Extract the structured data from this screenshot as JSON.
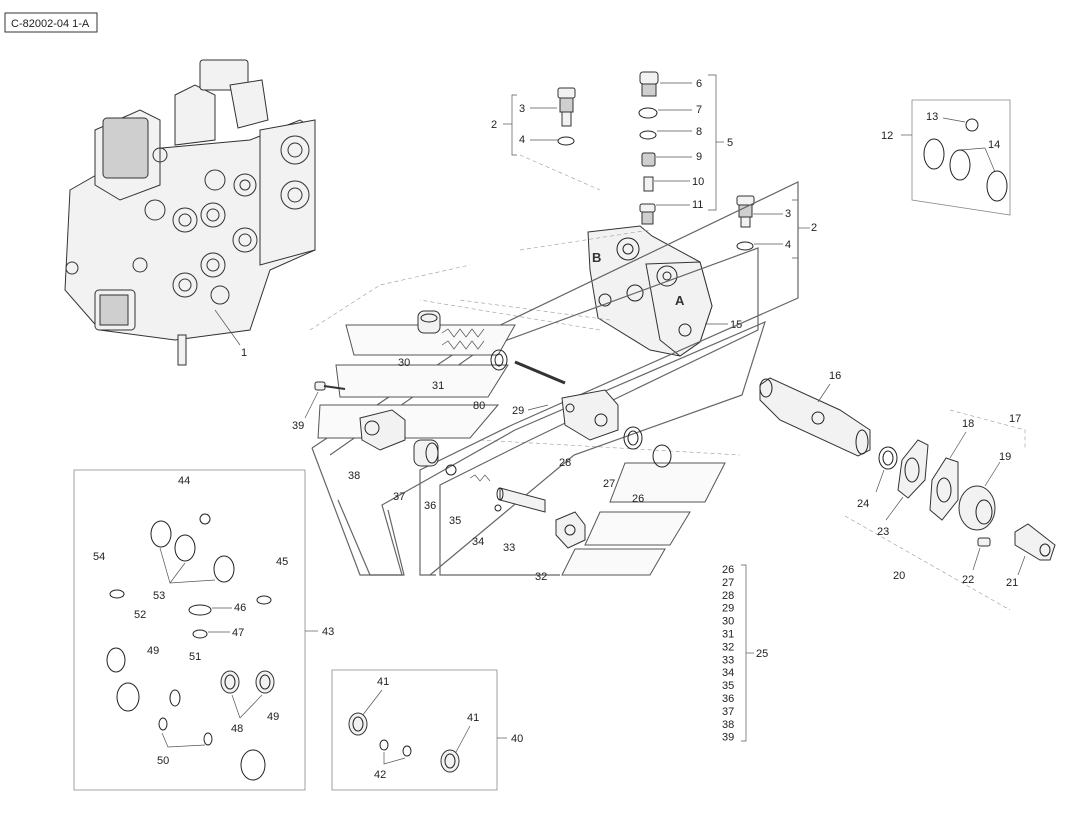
{
  "drawing_code": "C-82002-04 1-A",
  "callouts": {
    "c1": "1",
    "c2a": "2",
    "c3a": "3",
    "c4a": "4",
    "c5": "5",
    "c6": "6",
    "c7": "7",
    "c8": "8",
    "c9": "9",
    "c10": "10",
    "c11": "11",
    "c12": "12",
    "c13": "13",
    "c14": "14",
    "c3b": "3",
    "c4b": "4",
    "c2b": "2",
    "c15": "15",
    "c16": "16",
    "c17": "17",
    "c18": "18",
    "c19": "19",
    "c20": "20",
    "c21": "21",
    "c22": "22",
    "c23": "23",
    "c24": "24",
    "c26": "26",
    "c27": "27",
    "c28": "28",
    "c29": "29",
    "c30": "30",
    "c31": "31",
    "c32": "32",
    "c33": "33",
    "c34": "34",
    "c35": "35",
    "c36": "36",
    "c37": "37",
    "c38": "38",
    "c39": "39",
    "c80": "80",
    "c43": "43",
    "c44": "44",
    "c45": "45",
    "c46": "46",
    "c47": "47",
    "c48": "48",
    "c49a": "49",
    "c49b": "49",
    "c50": "50",
    "c51": "51",
    "c52": "52",
    "c53": "53",
    "c54": "54",
    "c40": "40",
    "c41a": "41",
    "c41b": "41",
    "c42": "42"
  },
  "kit_25": {
    "label": "25",
    "items": [
      "26",
      "27",
      "28",
      "29",
      "30",
      "31",
      "32",
      "33",
      "34",
      "35",
      "36",
      "37",
      "38",
      "39"
    ]
  }
}
